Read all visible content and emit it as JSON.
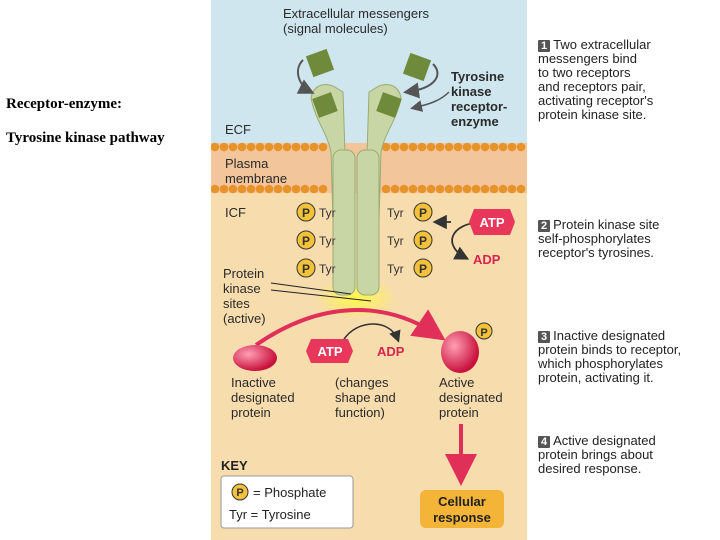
{
  "slide": {
    "title_line1": "Receptor-enzyme:",
    "title_line2": "Tyrosine kinase pathway"
  },
  "figure": {
    "extracellular_messengers": "Extracellular messengers",
    "signal_molecules": "(signal molecules)",
    "receptor_label_1": "Tyrosine",
    "receptor_label_2": "kinase",
    "receptor_label_3": "receptor-",
    "receptor_label_4": "enzyme",
    "ecf": "ECF",
    "plasma_1": "Plasma",
    "plasma_2": "membrane",
    "icf": "ICF",
    "p": "P",
    "tyr": "Tyr",
    "atp": "ATP",
    "adp": "ADP",
    "pk_1": "Protein",
    "pk_2": "kinase",
    "pk_3": "sites",
    "pk_4": "(active)",
    "inactive_1": "Inactive",
    "inactive_2": "designated",
    "inactive_3": "protein",
    "changes_1": "(changes",
    "changes_2": "shape and",
    "changes_3": "function)",
    "active_1": "Active",
    "active_2": "designated",
    "active_3": "protein",
    "key_title": "KEY",
    "key_phosphate": "= Phosphate",
    "key_tyr": "Tyr = Tyrosine",
    "response_1": "Cellular",
    "response_2": "response"
  },
  "steps": [
    {
      "num": "1",
      "l1": "Two extracellular",
      "l2": "messengers bind",
      "l3": "to two receptors",
      "l4": "and receptors pair,",
      "l5": "activating receptor's",
      "l6": "protein kinase site."
    },
    {
      "num": "2",
      "l1": "Protein kinase site",
      "l2": "self-phosphorylates",
      "l3": "receptor's tyrosines."
    },
    {
      "num": "3",
      "l1": "Inactive designated",
      "l2": "protein binds to receptor,",
      "l3": "which phosphorylates",
      "l4": "protein, activating it."
    },
    {
      "num": "4",
      "l1": "Active designated",
      "l2": "protein brings about",
      "l3": "desired response."
    }
  ],
  "colors": {
    "ecf": "#cfe6ef",
    "icf": "#f7dcae",
    "receptor": "#c8d6a5",
    "messenger": "#6f8a3a",
    "phosphate": "#f3c23a",
    "atp_fill": "#e8375a",
    "arrow": "#e0305a",
    "response": "#f3b437"
  }
}
